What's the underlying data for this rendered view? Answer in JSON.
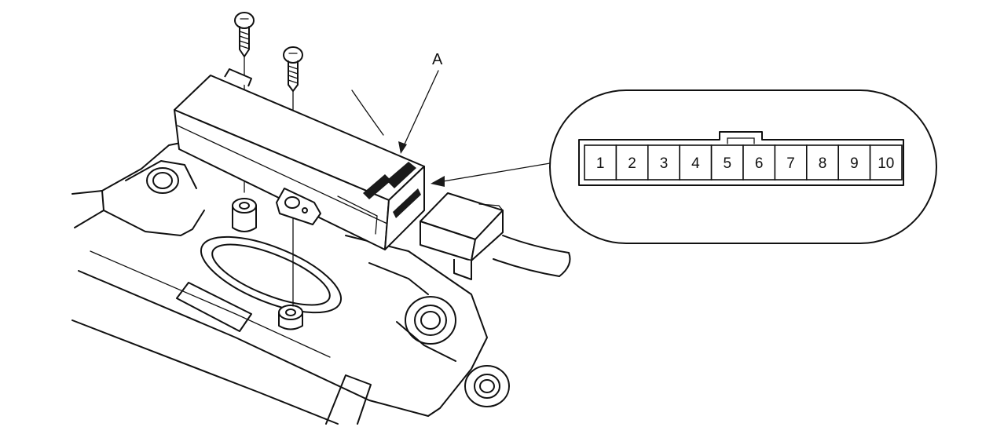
{
  "callout_label": "A",
  "connector": {
    "pins": [
      "1",
      "2",
      "3",
      "4",
      "5",
      "6",
      "7",
      "8",
      "9",
      "10"
    ]
  }
}
